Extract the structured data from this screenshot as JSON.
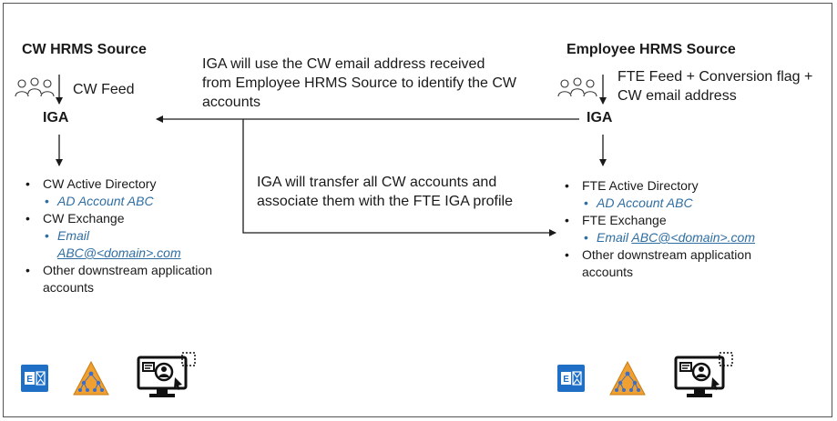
{
  "left": {
    "heading": "CW HRMS Source",
    "feed_label": "CW Feed",
    "node": "IGA",
    "items": [
      {
        "label": "CW Active Directory",
        "sub": [
          {
            "text": "AD Account ABC",
            "link": false
          }
        ]
      },
      {
        "label": "CW Exchange",
        "sub": [
          {
            "text": "Email",
            "link": false,
            "line2": "ABC@<domain>.com"
          }
        ]
      },
      {
        "label": "Other downstream application",
        "label2": "accounts",
        "sub": []
      }
    ]
  },
  "right": {
    "heading": "Employee HRMS Source",
    "feed_line1": "FTE Feed + Conversion flag +",
    "feed_line2": "CW email address",
    "node": "IGA",
    "items": [
      {
        "label": "FTE Active Directory",
        "sub": [
          {
            "text": "AD Account ABC"
          }
        ]
      },
      {
        "label": "FTE Exchange",
        "sub": [
          {
            "text": "Email",
            "link_text": "ABC@<domain>.com"
          }
        ]
      },
      {
        "label": "Other downstream application",
        "label2": "accounts",
        "sub": []
      }
    ]
  },
  "notes": {
    "top_line1": "IGA will use the CW email address received",
    "top_line2": "from Employee HRMS Source to identify the CW",
    "top_line3": "accounts",
    "mid_line1": "IGA will transfer all CW accounts and",
    "mid_line2": "associate them with the FTE IGA profile"
  },
  "icons": {
    "people": "people-group-icon",
    "exchange": "exchange-icon",
    "hierarchy": "hierarchy-triangle-icon",
    "monitor": "user-monitor-icon"
  },
  "colors": {
    "link": "#2f6ea3",
    "exchange_blue": "#1f6fc6",
    "triangle_orange": "#f0a030",
    "triangle_node": "#3a6ec8"
  }
}
